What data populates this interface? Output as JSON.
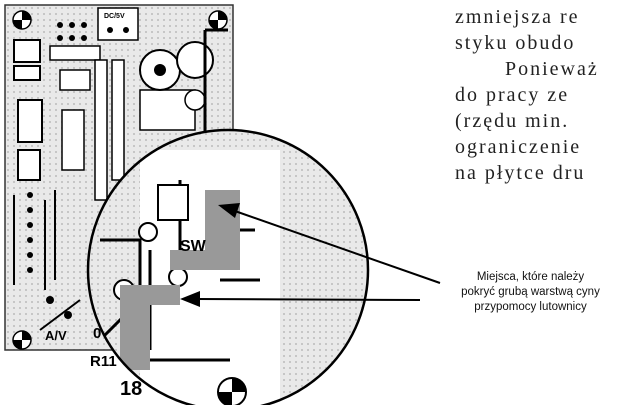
{
  "text_lines": [
    "zmniejsza re",
    "styku obudo",
    "Ponieważ",
    "do pracy ze",
    "(rzędu min.",
    "ograniczenie",
    "na płytce dru"
  ],
  "caption_lines": [
    "Miejsca, które należy",
    "pokryć grubą warstwą cyny",
    "przypomocy lutownicy"
  ],
  "pcb_labels": {
    "dc": "DC/5V",
    "sw": "SW",
    "r11": "R11",
    "n18": "18",
    "zero": "0"
  }
}
